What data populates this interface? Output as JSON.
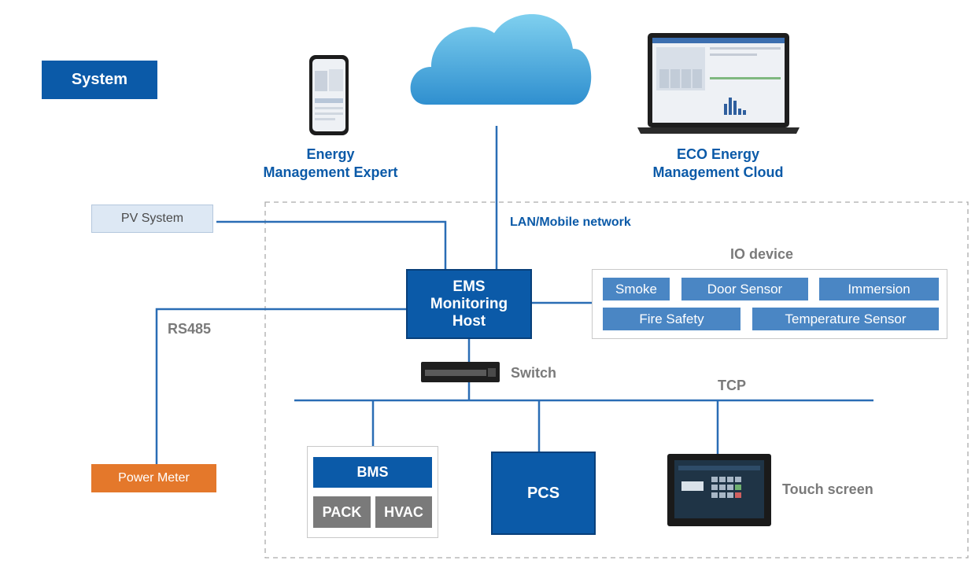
{
  "system_label": "System",
  "phone_caption": [
    "Energy",
    "Management Expert"
  ],
  "laptop_caption": [
    "ECO Energy",
    "Management Cloud"
  ],
  "network_label": "LAN/Mobile network",
  "pv_system": "PV System",
  "io_device_title": "IO device",
  "io_items": [
    "Smoke",
    "Door Sensor",
    "Immersion",
    "Fire Safety",
    "Temperature Sensor"
  ],
  "ems_host": [
    "EMS",
    "Monitoring",
    "Host"
  ],
  "rs485_label": "RS485",
  "switch_label": "Switch",
  "tcp_label": "TCP",
  "power_meter": "Power Meter",
  "bms": "BMS",
  "pack": "PACK",
  "hvac": "HVAC",
  "pcs": "PCS",
  "touch_screen": "Touch screen",
  "colors": {
    "brand_blue": "#0b5aa8",
    "io_blue": "#4a86c4",
    "meter_orange": "#e4782b",
    "gray_box": "#7a7a7a",
    "pv_fill": "#dde8f4"
  }
}
